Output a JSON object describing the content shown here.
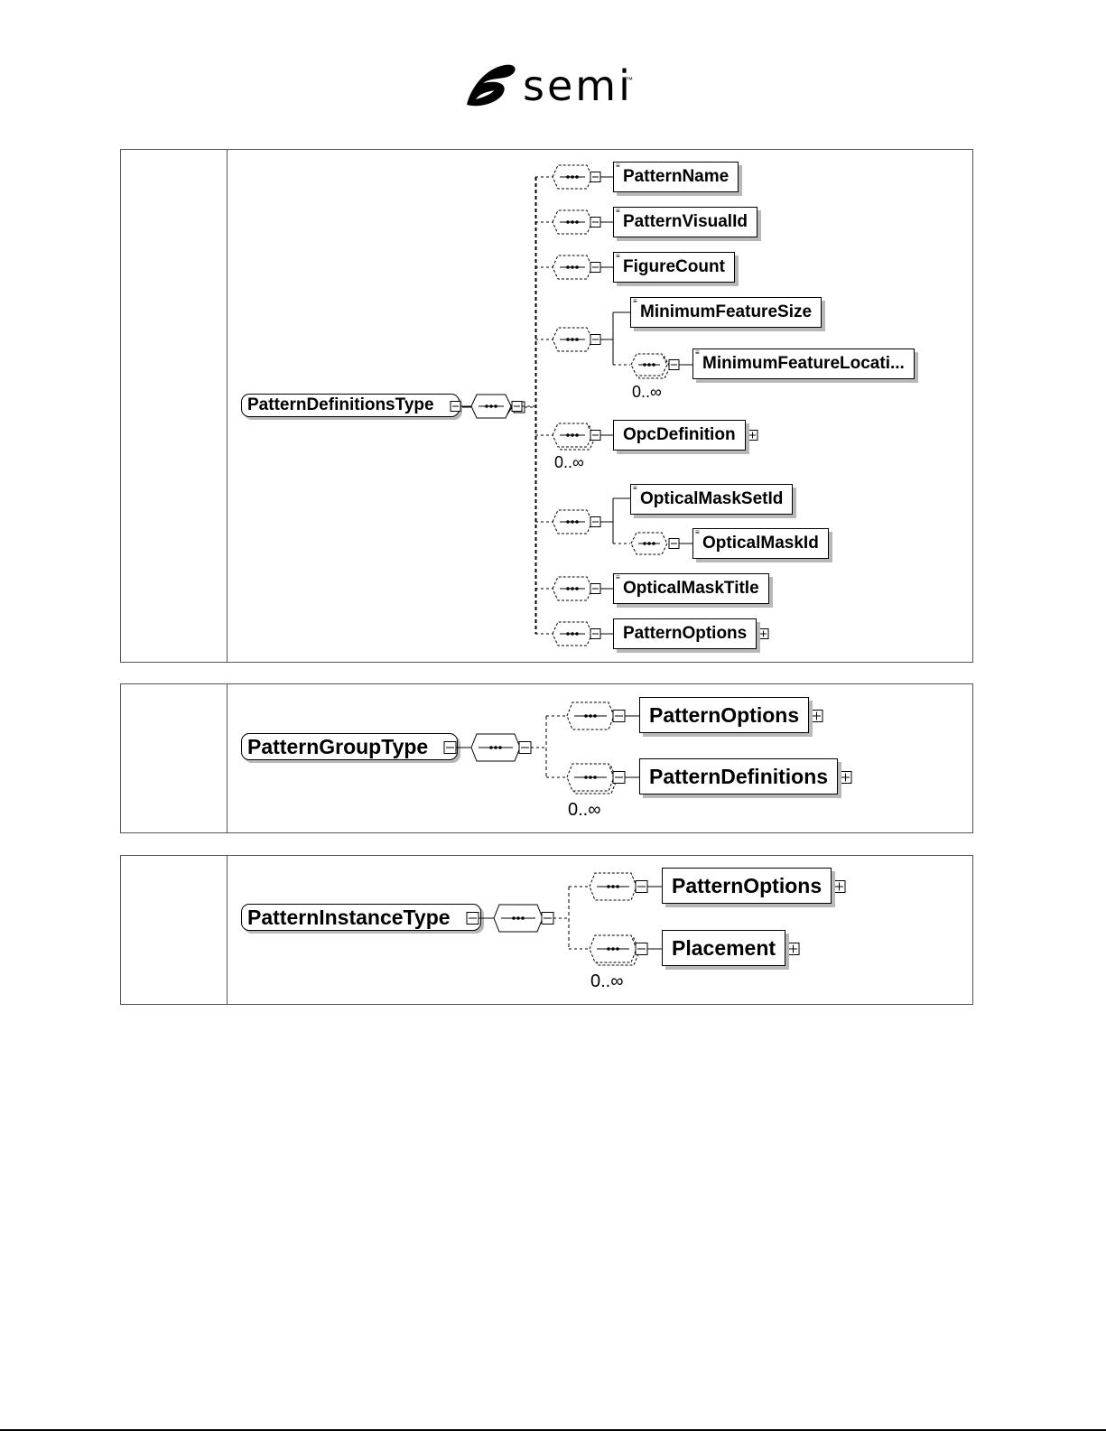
{
  "logo": {
    "text": "semi",
    "tm": "™"
  },
  "diagrams": [
    {
      "root": "PatternDefinitionsType",
      "elements": [
        "PatternName",
        "PatternVisualId",
        "FigureCount",
        "MinimumFeatureSize",
        "MinimumFeatureLocati...",
        "OpcDefinition",
        "OpticalMaskSetId",
        "OpticalMaskId",
        "OpticalMaskTitle",
        "PatternOptions"
      ],
      "multiplicities": [
        "0..∞",
        "0..∞"
      ]
    },
    {
      "root": "PatternGroupType",
      "elements": [
        "PatternOptions",
        "PatternDefinitions"
      ],
      "multiplicities": [
        "0..∞"
      ]
    },
    {
      "root": "PatternInstanceType",
      "elements": [
        "PatternOptions",
        "Placement"
      ],
      "multiplicities": [
        "0..∞"
      ]
    }
  ]
}
